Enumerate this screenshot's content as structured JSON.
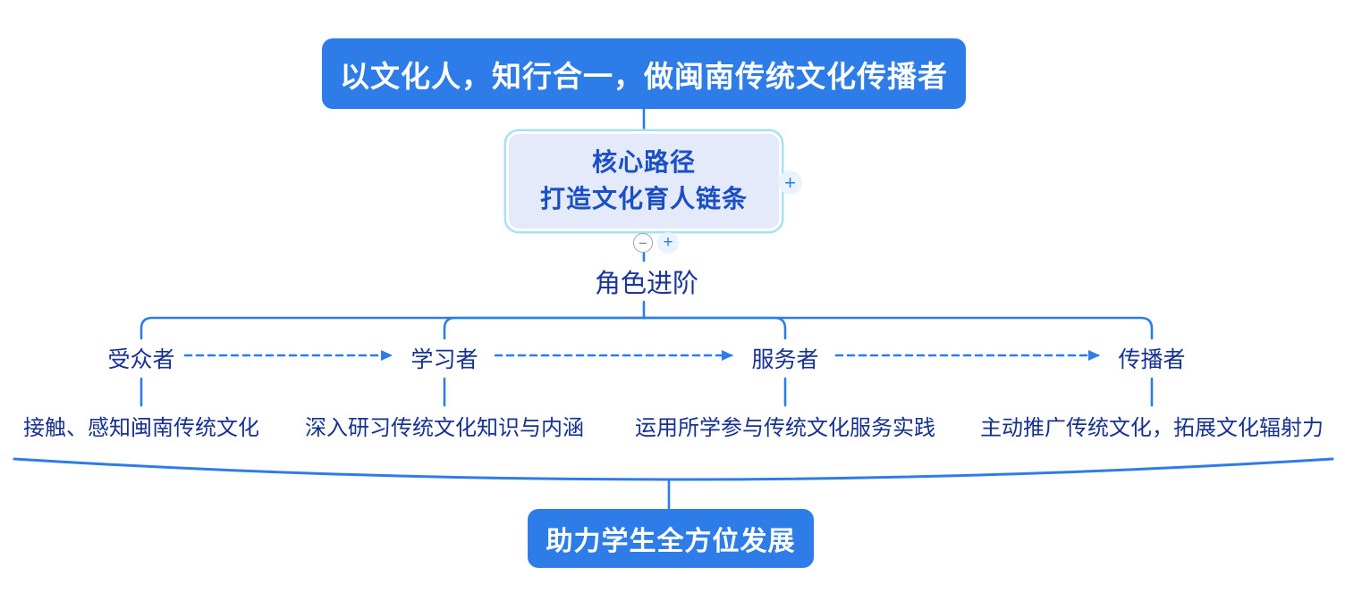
{
  "root": {
    "title": "以文化人，知行合一，做闽南传统文化传播者"
  },
  "core": {
    "line1": "核心路径",
    "line2": "打造文化育人链条"
  },
  "controls": {
    "collapse_glyph": "−",
    "expand_glyph": "+"
  },
  "branch": {
    "label": "角色进阶"
  },
  "stages": [
    {
      "label": "受众者",
      "desc": "接触、感知闽南传统文化"
    },
    {
      "label": "学习者",
      "desc": "深入研习传统文化知识与内涵"
    },
    {
      "label": "服务者",
      "desc": "运用所学参与传统文化服务实践"
    },
    {
      "label": "传播者",
      "desc": "主动推广传统文化，拓展文化辐射力"
    }
  ],
  "outcome": {
    "title": "助力学生全方位发展"
  },
  "colors": {
    "node_blue": "#2E7CE8",
    "line_blue": "#2E7CE9",
    "text_navy": "#17318F",
    "core_text_blue": "#1A4FC5",
    "core_fill": "#E5EAFB",
    "core_ring": "#A5E0F8"
  }
}
